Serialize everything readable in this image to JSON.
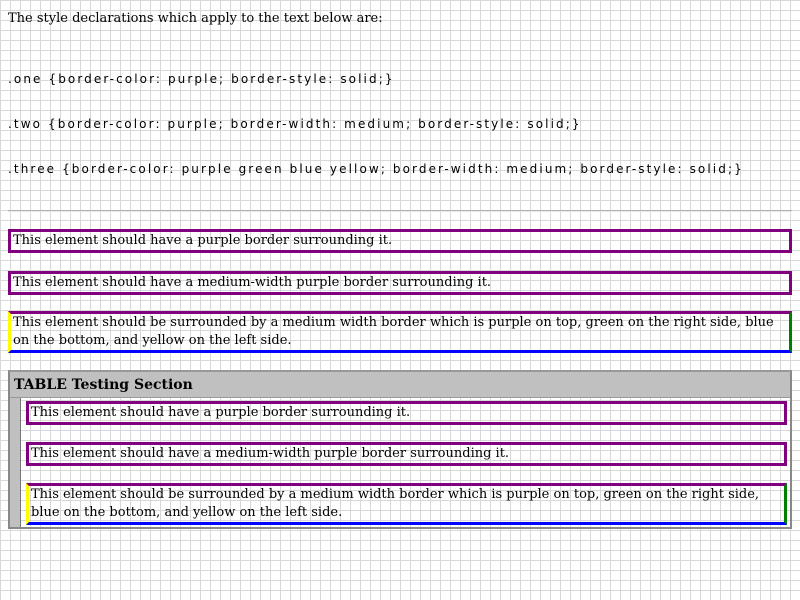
{
  "intro": "The style declarations which apply to the text below are:",
  "code_lines": [
    ".one {border-color: purple; border-style: solid;}",
    ".two {border-color: purple; border-width: medium; border-style: solid;}",
    ".three {border-color: purple green blue yellow; border-width: medium; border-style: solid;}"
  ],
  "tests": {
    "one": "This element should have a purple border surrounding it.",
    "two": "This element should have a medium-width purple border surrounding it.",
    "three": "This element should be surrounded by a medium width border which is purple on top, green on the right side, blue on the bottom, and yellow on the left side."
  },
  "table_section": {
    "title": "TABLE Testing Section",
    "one": "This element should have a purple border surrounding it.",
    "two": "This element should have a medium-width purple border surrounding it.",
    "three": "This element should be surrounded by a medium width border which is purple on top, green on the right side, blue on the bottom, and yellow on the left side."
  },
  "colors": {
    "border_primary": "#800080",
    "border_right": "#008000",
    "border_bottom": "#0000ff",
    "border_left": "#ffff00",
    "table_header_bg": "#c0c0c0"
  }
}
